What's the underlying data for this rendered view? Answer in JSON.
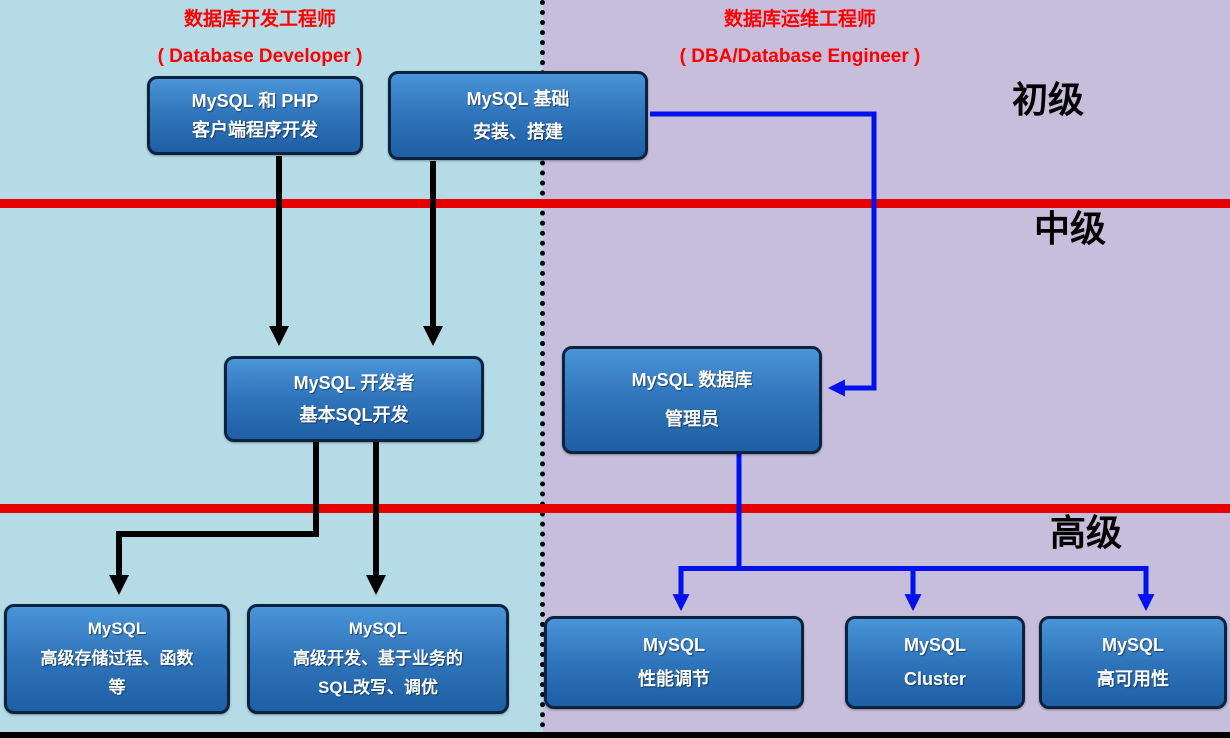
{
  "diagram": {
    "columns": {
      "left": {
        "title": "数据库开发工程师",
        "subtitle": "( Database Developer )"
      },
      "right": {
        "title": "数据库运维工程师",
        "subtitle": "( DBA/Database Engineer )"
      }
    },
    "levels": {
      "beginner": "初级",
      "intermediate": "中级",
      "advanced": "高级"
    },
    "nodes": {
      "php_client": {
        "lines": [
          "MySQL 和 PHP",
          "客户端程序开发"
        ]
      },
      "mysql_basics": {
        "lines": [
          "MySQL 基础",
          "安装、搭建"
        ]
      },
      "mysql_developer": {
        "lines": [
          "MySQL 开发者",
          "基本SQL开发"
        ]
      },
      "mysql_dba": {
        "lines": [
          "MySQL 数据库",
          "管理员"
        ]
      },
      "stored_procs": {
        "lines": [
          "MySQL",
          "高级存储过程、函数",
          "等"
        ]
      },
      "advanced_dev": {
        "lines": [
          "MySQL",
          "高级开发、基于业务的",
          "SQL改写、调优"
        ]
      },
      "perf_tuning": {
        "lines": [
          "MySQL",
          "性能调节"
        ]
      },
      "cluster": {
        "lines": [
          "MySQL",
          "Cluster"
        ]
      },
      "high_availability": {
        "lines": [
          "MySQL",
          "高可用性"
        ]
      }
    },
    "edges": [
      {
        "from": "php_client",
        "to": "mysql_developer",
        "color": "black"
      },
      {
        "from": "mysql_basics",
        "to": "mysql_developer",
        "color": "black"
      },
      {
        "from": "mysql_basics",
        "to": "mysql_dba",
        "color": "blue"
      },
      {
        "from": "mysql_developer",
        "to": "stored_procs",
        "color": "black"
      },
      {
        "from": "mysql_developer",
        "to": "advanced_dev",
        "color": "black"
      },
      {
        "from": "mysql_dba",
        "to": "perf_tuning",
        "color": "blue"
      },
      {
        "from": "mysql_dba",
        "to": "cluster",
        "color": "blue"
      },
      {
        "from": "mysql_dba",
        "to": "high_availability",
        "color": "blue"
      }
    ],
    "colors": {
      "left_background": "#b5dce6",
      "right_background": "#c7bedb",
      "box_gradient_top": "#4a94d8",
      "box_gradient_bottom": "#1e5fa5",
      "box_border": "#0c2340",
      "box_text": "#ffffff",
      "red_divider_line": "#e60000",
      "header_text": "#ff0000",
      "level_text": "#000000",
      "developer_arrows": "#000000",
      "dba_arrows": "#0011ee"
    }
  }
}
